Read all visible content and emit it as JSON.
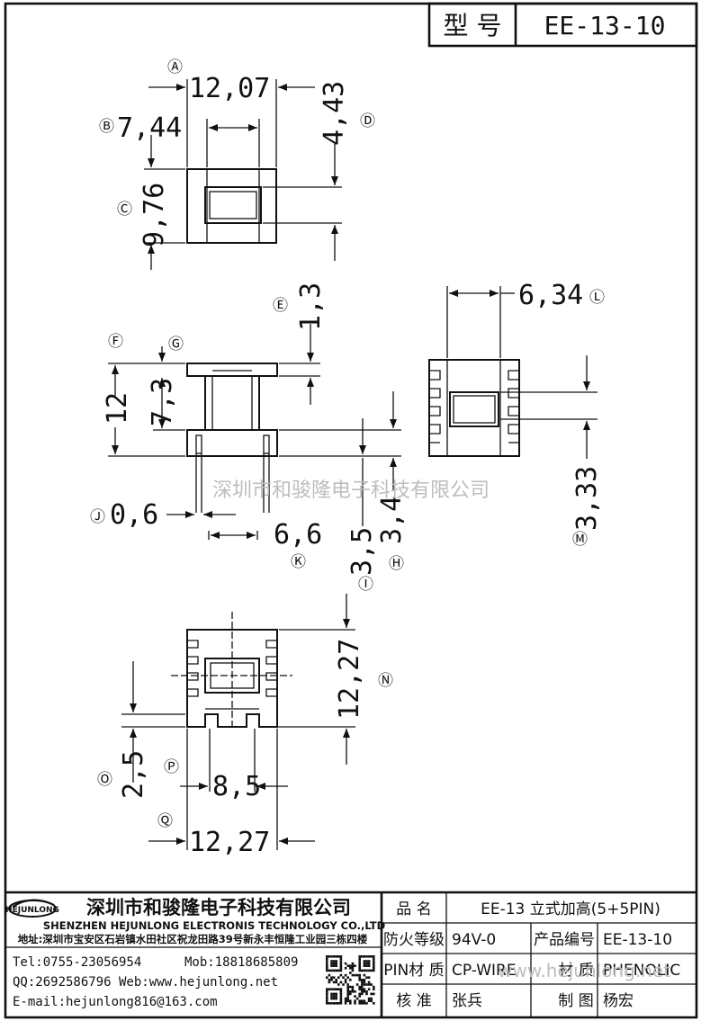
{
  "header": {
    "model_label": "型 号",
    "model_value": "EE-13-10"
  },
  "dimensions": {
    "A": {
      "marker": "Ⓐ",
      "value": "12,07"
    },
    "B": {
      "marker": "Ⓑ",
      "value": "7,44"
    },
    "C": {
      "marker": "Ⓒ",
      "value": "9,76"
    },
    "D": {
      "marker": "Ⓓ",
      "value": "4,43"
    },
    "E": {
      "marker": "Ⓔ",
      "value": "1,3"
    },
    "F": {
      "marker": "Ⓕ",
      "value": "12"
    },
    "G": {
      "marker": "Ⓖ",
      "value": "7,3"
    },
    "H": {
      "marker": "Ⓗ",
      "value": "3,4"
    },
    "I": {
      "marker": "Ⓘ",
      "value": "3,5"
    },
    "J": {
      "marker": "Ⓙ",
      "value": "0,6"
    },
    "K": {
      "marker": "Ⓚ",
      "value": "6,6"
    },
    "L": {
      "marker": "Ⓛ",
      "value": "6,34"
    },
    "M": {
      "marker": "Ⓜ",
      "value": "3,33"
    },
    "N": {
      "marker": "Ⓝ",
      "value": "12,27"
    },
    "O": {
      "marker": "Ⓞ",
      "value": "2,5"
    },
    "P": {
      "marker": "Ⓟ",
      "value": "8,5"
    },
    "Q": {
      "marker": "Ⓠ",
      "value": "12,27"
    }
  },
  "watermark": {
    "center": "深圳市和骏隆电子科技有限公司",
    "bottom": "www.hejunlong.net"
  },
  "company": {
    "logo_text": "HEJUNLONG",
    "name_cn": "深圳市和骏隆电子科技有限公司",
    "name_en": "SHENZHEN HEJUNLONG ELECTRONIS TECHNOLOGY CO.,LTD",
    "address": "地址:深圳市宝安区石岩镇水田社区祝龙田路39号新永丰恒隆工业园三栋四楼",
    "tel": "Tel:0755-23056954",
    "mob": "Mob:18818685809",
    "qq_web": "QQ:2692586796 Web:www.hejunlong.net",
    "email": "E-mail:hejunlong816@163.com"
  },
  "spec_table": {
    "name_label": "品 名",
    "name_value": "EE-13 立式加高(5+5PIN)",
    "fire_label": "防火等级",
    "fire_value": "94V-0",
    "code_label": "产品编号",
    "code_value": "EE-13-10",
    "pin_label": "PIN材 质",
    "pin_value": "CP-WIRE",
    "material_label": "材 质",
    "material_value": "PHENOLIC",
    "check_label": "核 准",
    "check_value": "张兵",
    "draw_label": "制 图",
    "draw_value": "杨宏"
  }
}
